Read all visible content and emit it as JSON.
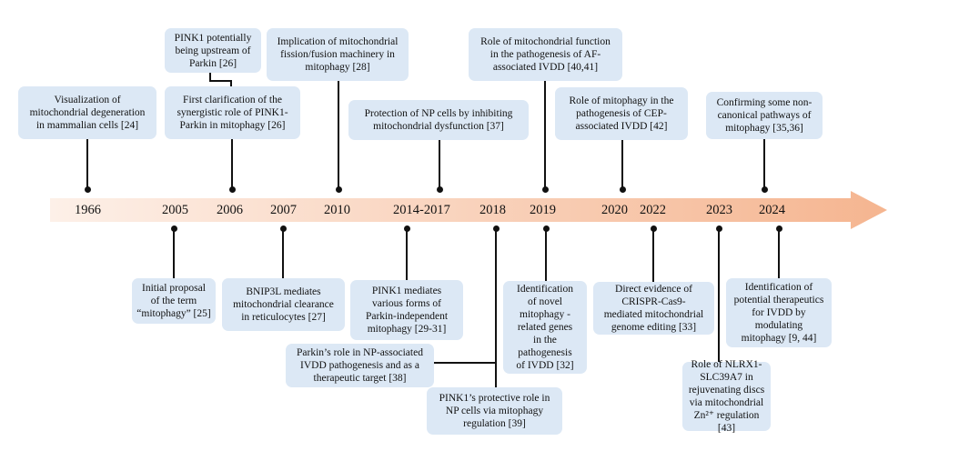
{
  "colors": {
    "box_fill": "#dce8f5",
    "arrow_start": "#fdf0e8",
    "arrow_end": "#f5b590",
    "line": "#111111"
  },
  "years": [
    "1966",
    "2005",
    "2006",
    "2007",
    "2010",
    "2014-2017",
    "2018",
    "2019",
    "2020",
    "2022",
    "2023",
    "2024"
  ],
  "events_top": [
    {
      "text": "Visualization of\nmitochondrial degeneration\nin mammalian cells [24]"
    },
    {
      "text": "PINK1 potentially\nbeing upstream of\nParkin [26]"
    },
    {
      "text": "First clarification of the\nsynergistic role of PINK1-\nParkin in mitophagy [26]"
    },
    {
      "text": "Implication of mitochondrial\nfission/fusion machinery in\nmitophagy [28]"
    },
    {
      "text": "Protection of NP cells by inhibiting\nmitochondrial dysfunction [37]"
    },
    {
      "text": "Role of mitochondrial function\nin the pathogenesis of AF-\nassociated IVDD [40,41]"
    },
    {
      "text": "Role of mitophagy in the\npathogenesis of CEP-\nassociated IVDD [42]"
    },
    {
      "text": "Confirming some non-\ncanonical pathways of\nmitophagy [35,36]"
    }
  ],
  "events_bottom": [
    {
      "text": "Initial proposal\nof the term\n“mitophagy” [25]"
    },
    {
      "text": "BNIP3L mediates\nmitochondrial clearance\nin reticulocytes [27]"
    },
    {
      "text": "PINK1 mediates\nvarious forms of\nParkin-independent\nmitophagy [29-31]"
    },
    {
      "text": "Parkin’s role in NP-associated\nIVDD pathogenesis and as a\ntherapeutic target [38]"
    },
    {
      "text": "PINK1’s protective role in\nNP cells via mitophagy\nregulation [39]"
    },
    {
      "text": "Identification\nof novel\nmitophagy -\nrelated genes\nin the\npathogenesis\nof IVDD [32]"
    },
    {
      "text": "Direct evidence of\nCRISPR-Cas9-\nmediated mitochondrial\ngenome editing [33]"
    },
    {
      "text": "Role of NLRX1-\nSLC39A7 in\nrejuvenating discs\nvia mitochondrial\nZn²⁺ regulation [43]"
    },
    {
      "text": "Identification of\npotential therapeutics\nfor IVDD by\nmodulating\nmitophagy [9, 44]"
    }
  ]
}
